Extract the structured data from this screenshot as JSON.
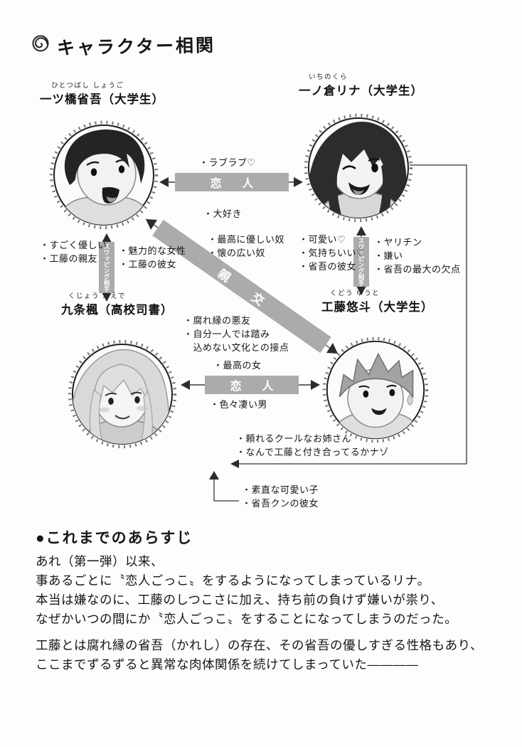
{
  "page": {
    "title": "キャラクター相関",
    "band_color": "#ababab"
  },
  "characters": {
    "shogo": {
      "furigana": "ひとつばし しょうご",
      "name": "一ツ橋省吾（大学生）"
    },
    "rina": {
      "furigana": "いちのくら",
      "name": "一ノ倉リナ（大学生）"
    },
    "kaede": {
      "furigana": "くじょう かえで",
      "name": "九条楓（高校司書）"
    },
    "yuto": {
      "furigana": "くどう ゆうと",
      "name": "工藤悠斗（大学生）"
    }
  },
  "relations": {
    "top_band": {
      "label": "恋人",
      "above": "・ラブラブ♡",
      "below": "・大好き"
    },
    "bottom_band": {
      "label": "恋人",
      "above": "・最高の女",
      "below": "・色々凄い男"
    },
    "diagonal_band": {
      "label": "親交",
      "upper_notes": "・最高に優しい奴\n・懐の広い奴",
      "lower_notes": "・腐れ縁の悪友\n・自分一人では踏み\n　込めない文化との接点"
    },
    "left_band": {
      "label": "スワッピング相手",
      "left_notes": "・すごく優しい\n・工藤の親友",
      "right_notes": "・魅力的な女性\n・工藤の彼女"
    },
    "right_band": {
      "label": "スワッピング相手",
      "left_notes": "・可愛い♡\n・気持ちいい♡\n・省吾の彼女",
      "right_notes": "・ヤリチン\n・嫌い\n・省吾の最大の欠点"
    },
    "kaede_note": "・頼れるクールなお姉さん\n・なんで工藤と付き合ってるかナゾ",
    "rina_note": "・素直な可愛い子\n・省吾クンの彼女"
  },
  "synopsis": {
    "heading": "●これまでのあらすじ",
    "p1": "あれ（第一弾）以来、\n事あるごとに〝恋人ごっこ〟をするようになってしまっているリナ。\n本当は嫌なのに、工藤のしつこさに加え、持ち前の負けず嫌いが祟り、\nなぜかいつの間にか〝恋人ごっこ〟をすることになってしまうのだった。",
    "p2": "工藤とは腐れ縁の省吾（かれし）の存在、その省吾の優しすぎる性格もあり、\nここまでずるずると異常な肉体関係を続けてしまっていた――――"
  }
}
